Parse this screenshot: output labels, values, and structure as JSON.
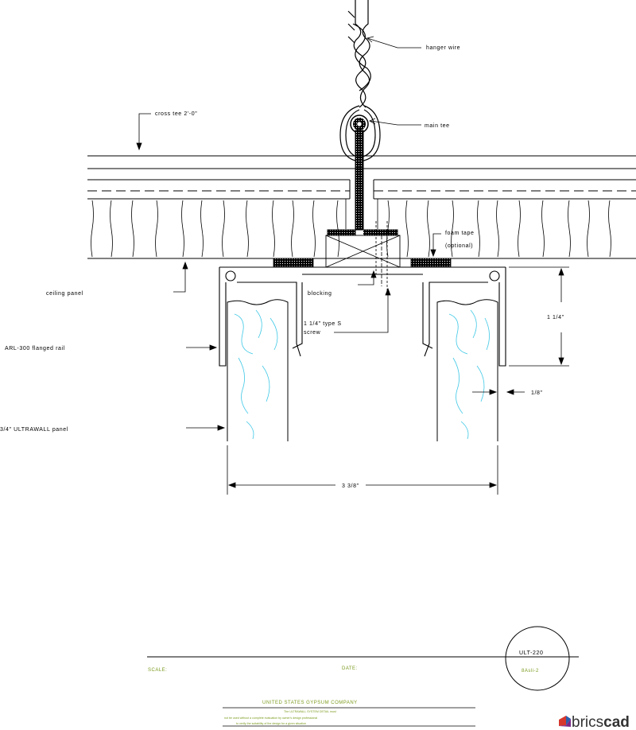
{
  "labels": {
    "hanger_wire": "hanger wire",
    "main_tee": "main tee",
    "cross_tee": "cross tee 2'-0\"",
    "foam_tape": "foam tape",
    "foam_tape_optional": "(optional)",
    "ceiling_panel": "ceiling panel",
    "blocking": "blocking",
    "screw_line1": "1 1/4\" type S",
    "screw_line2": "screw",
    "flanged_rail": "ARL-300 flanged rail",
    "ultrawall_panel": "3/4\" ULTRAWALL panel"
  },
  "dimensions": {
    "rail_height": "1 1/4\"",
    "gap": "1/8\"",
    "overall_width": "3 3/8\""
  },
  "title_block": {
    "drawing_number": "ULT-220",
    "sheet_code": "8Asli-2",
    "scale_label": "SCALE:",
    "date_label": "DATE:",
    "company": "UNITED STATES GYPSUM COMPANY",
    "disclaimer_1": "The ULTRAWALL SYSTEM DETAIL must",
    "disclaimer_2": "not be used without a complete evaluation by owner's design professional",
    "disclaimer_3": "to verify the suitability of the design for a given situation"
  },
  "logo": {
    "brand_a": "brics",
    "brand_b": "cad"
  },
  "colors": {
    "line": "#000000",
    "grain": "#3ec8e6",
    "title_text": "#7a9a1c"
  }
}
